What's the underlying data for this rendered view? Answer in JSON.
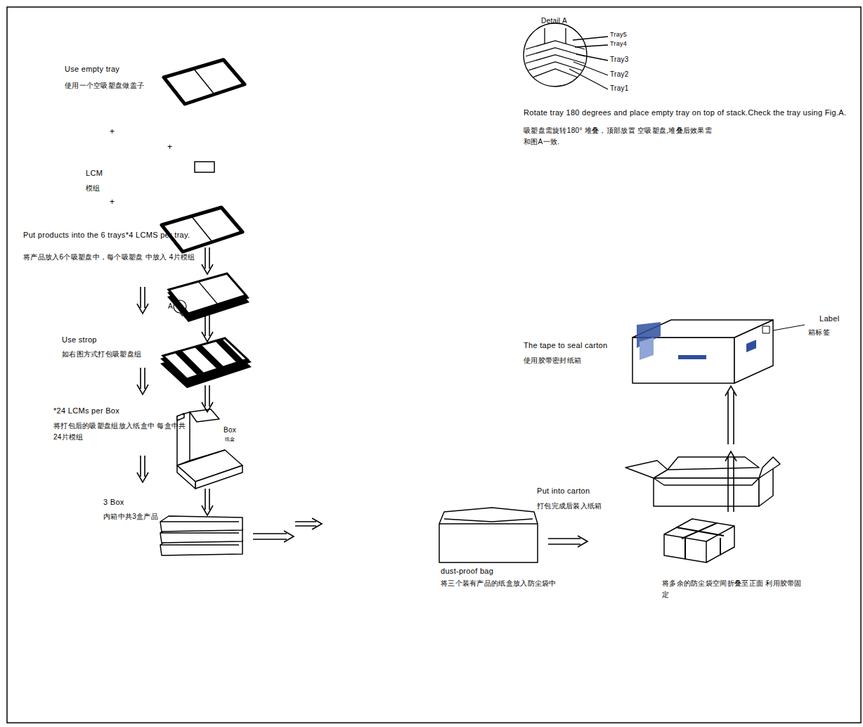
{
  "diagram": {
    "labels": [
      "Use empty tray",
      "使用一个空吸塑盘做盖子",
      "+",
      "LCM",
      "模组",
      "+",
      "Put products into the 6 trays*4 LCMS per tray.",
      "将产品放入6个吸塑盘中，每个吸塑盘 中放入 4片模组",
      "Use strop",
      "如右图方式打包吸塑盘组",
      "*24 LCMs per Box",
      "将打包后的吸塑盘组放入纸盒中 每盒中共 24片模组",
      "3 Box",
      "内箱中共3盒产品",
      "+",
      "A",
      "Box",
      "纸盒",
      "Detail A",
      "Tray5",
      "Tray4",
      "Tray3",
      "Tray2",
      "Tray1",
      "Rotate tray 180 degrees and place empty tray on top of stack.Check the tray using Fig.A.",
      "吸塑盘需旋转180° 堆叠，顶部放置 空吸塑盘,堆叠后效果需和图A一致.",
      "Label",
      "箱标签",
      "The tape to seal carton",
      "使用胶带密封纸箱",
      "Put into carton",
      "打包完成后装入纸箱",
      "dust-proof bag",
      "将三个装有产品的纸盒放入防尘袋中",
      "将多余的防尘袋空间折叠至正面 利用胶带固定"
    ]
  }
}
